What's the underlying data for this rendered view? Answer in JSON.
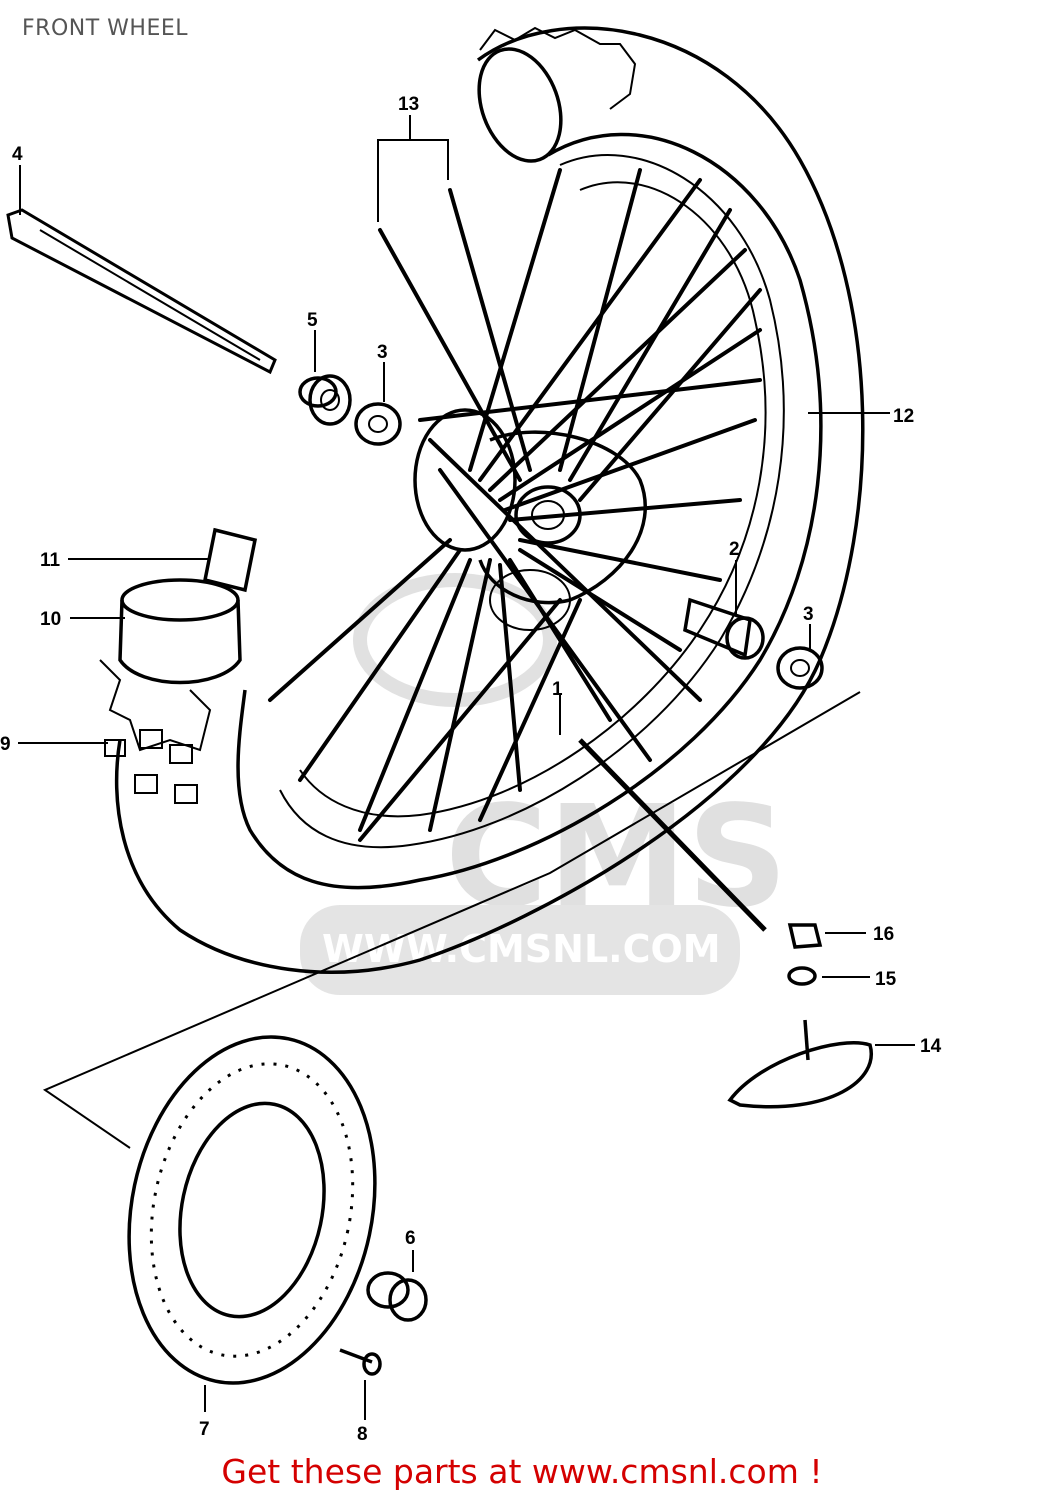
{
  "header": {
    "title": "FRONT WHEEL"
  },
  "watermark": {
    "brand": "CMS",
    "url": "WWW.CMSNL.COM"
  },
  "footer": {
    "link_text": "Get these parts at www.cmsnl.com !",
    "color": "#d40000"
  },
  "callouts": [
    {
      "id": "label-1",
      "text": "1"
    },
    {
      "id": "label-2",
      "text": "2"
    },
    {
      "id": "label-3a",
      "text": "3"
    },
    {
      "id": "label-3b",
      "text": "3"
    },
    {
      "id": "label-4",
      "text": "4"
    },
    {
      "id": "label-5",
      "text": "5"
    },
    {
      "id": "label-6",
      "text": "6"
    },
    {
      "id": "label-7",
      "text": "7"
    },
    {
      "id": "label-8",
      "text": "8"
    },
    {
      "id": "label-9",
      "text": "9"
    },
    {
      "id": "label-10",
      "text": "10"
    },
    {
      "id": "label-11",
      "text": "11"
    },
    {
      "id": "label-12",
      "text": "12"
    },
    {
      "id": "label-13",
      "text": "13"
    },
    {
      "id": "label-14",
      "text": "14"
    },
    {
      "id": "label-15",
      "text": "15"
    },
    {
      "id": "label-16",
      "text": "16"
    }
  ]
}
